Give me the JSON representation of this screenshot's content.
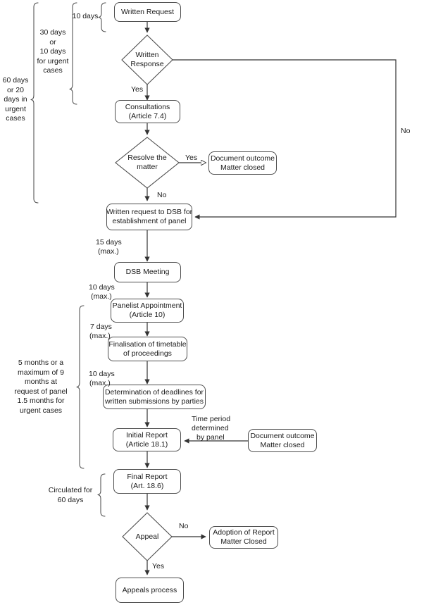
{
  "diagram": {
    "title": "Dispute settlement process flowchart",
    "colors": {
      "stroke": "#4d4d4d",
      "text": "#1a1a1a",
      "background": "#ffffff"
    },
    "nodes": {
      "written_request": {
        "label": "Written Request"
      },
      "written_response": {
        "line1": "Written",
        "line2": "Response"
      },
      "consultations": {
        "line1": "Consultations",
        "line2": "(Article 7.4)"
      },
      "resolve_matter": {
        "line1": "Resolve the",
        "line2": "matter"
      },
      "document_outcome_1": {
        "line1": "Document outcome",
        "line2": "Matter closed"
      },
      "written_request_dsb": {
        "line1": "Written request to DSB for",
        "line2": "establishment of panel"
      },
      "dsb_meeting": {
        "label": "DSB Meeting"
      },
      "panelist_appointment": {
        "line1": "Panelist Appointment",
        "line2": "(Article 10)"
      },
      "finalisation_timetable": {
        "line1": "Finalisation of timetable",
        "line2": "of proceedings"
      },
      "determination_deadlines": {
        "line1": "Determination of deadlines for",
        "line2": "written submissions by parties"
      },
      "initial_report": {
        "line1": "Initial Report",
        "line2": "(Article 18.1)"
      },
      "document_outcome_2": {
        "line1": "Document outcome",
        "line2": "Matter closed"
      },
      "final_report": {
        "line1": "Final Report",
        "line2": "(Art. 18.6)"
      },
      "appeal": {
        "label": "Appeal"
      },
      "adoption_report": {
        "line1": "Adoption of Report",
        "line2": "Matter Closed"
      },
      "appeals_process": {
        "label": "Appeals process"
      }
    },
    "edge_labels": {
      "response_yes": "Yes",
      "response_no": "No",
      "resolve_yes": "Yes",
      "resolve_no": "No",
      "appeal_no": "No",
      "appeal_yes": "Yes",
      "dsb_15_days_l1": "15 days",
      "dsb_15_days_l2": "(max.)",
      "panelist_10_days_l1": "10 days",
      "panelist_10_days_l2": "(max.)",
      "timetable_7_days_l1": "7 days",
      "timetable_7_days_l2": "(max.)",
      "deadlines_10_days_l1": "10 days",
      "deadlines_10_days_l2": "(max.)",
      "time_period_l1": "Time period",
      "time_period_l2": "determined",
      "time_period_l3": "by panel"
    },
    "braces": {
      "ten_days": {
        "lines": [
          "10 days"
        ]
      },
      "thirty_days": {
        "lines": [
          "30 days",
          "or",
          "10 days",
          "for urgent",
          "cases"
        ]
      },
      "sixty_days": {
        "lines": [
          "60 days",
          "or 20",
          "days in",
          "urgent",
          "cases"
        ]
      },
      "five_months": {
        "lines": [
          "5 months or a",
          "maximum of 9",
          "months at",
          "request of panel",
          "1.5 months for",
          "urgent cases"
        ]
      },
      "circulated": {
        "lines": [
          "Circulated for",
          "60 days"
        ]
      }
    }
  }
}
